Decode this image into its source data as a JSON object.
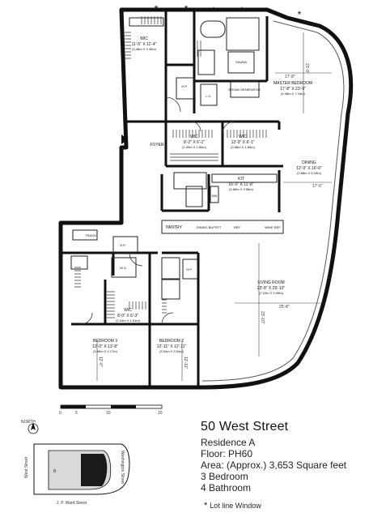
{
  "rooms": {
    "wic_top_name": "WIC",
    "wic_top_dim": "11'-5\" X 11'-4\"",
    "wic_top_metric": "(3.48m X 3.45m)",
    "master_name": "MASTER BEDROOM",
    "master_dim": "17'-8\" X 23'-9\"",
    "master_metric": "(5.38m X 7.24m)",
    "wic_mid1_name": "WIC",
    "wic_mid1_dim": "8'-2\" X 6'-1\"",
    "wic_mid1_metric": "(2.49m X 1.85m)",
    "wic_mid2_name": "WIC",
    "wic_mid2_dim": "12'-9\" X 6'-1\"",
    "wic_mid2_metric": "(3.88m X 1.85m)",
    "foyer": "FOYER",
    "dining_name": "DINING",
    "dining_dim": "12'-9\" X 16'-6\"",
    "dining_metric": "(3.88m X 5.03m)",
    "kit_name": "KIT",
    "kit_dim": "16'-0\" X 11'-8\"",
    "kit_metric": "(4.88m X 3.56m)",
    "pantry": "PANTRY",
    "living_name": "LIVING ROOM",
    "living_dim": "23'-8\" X 29'-10\"",
    "living_metric": "(7.20m X 9.09m)",
    "wic_low_name": "WIC",
    "wic_low_dim": "8'-0\" X 6'-3\"",
    "wic_low_metric": "(2.44m X 1.91m)",
    "bed3_name": "BEDROOM 3",
    "bed3_dim": "12'-0\" X 13'-8\"",
    "bed3_metric": "(3.66m X 4.17m)",
    "bed2_name": "BEDROOM 2",
    "bed2_dim": "12'-11\" X 12'-11\"",
    "bed2_metric": "(3.94m X 3.94m)",
    "hp": "H.P.",
    "lc": "L.C.",
    "sauna": "SAUNA",
    "steam": "STEAM GENERATOR",
    "ref": "REF",
    "trash": "TRASH",
    "wd": "W  D",
    "dining_buffet": "DINING BUFFET",
    "wine": "WINE REF",
    "dw": "DW"
  },
  "dims": {
    "master_w": "17'-8\"",
    "master_h": "23'-9\"",
    "dining_w": "17'-6\"",
    "living_w": "25'-8\"",
    "living_h": "23'-10\"",
    "bed3_h": "12'-0\"",
    "bed2_h": "12'-11\""
  },
  "window_marker": "*",
  "scale": {
    "ticks": [
      "0",
      "5",
      "10",
      "20"
    ]
  },
  "keyplan": {
    "north": "NORTH",
    "washington": "Washington Street",
    "west": "West Street",
    "ward": "J. P. Ward Street",
    "unit_mark": "B"
  },
  "info": {
    "building": "50 West Street",
    "residence": "Residence  A",
    "floor": "Floor:  PH60",
    "area": "Area: (Approx.) 3,653 Square feet",
    "bedrooms": "3 Bedroom",
    "bathrooms": "4 Bathroom"
  },
  "legend": {
    "star": "*",
    "text": "Lot line Window"
  }
}
